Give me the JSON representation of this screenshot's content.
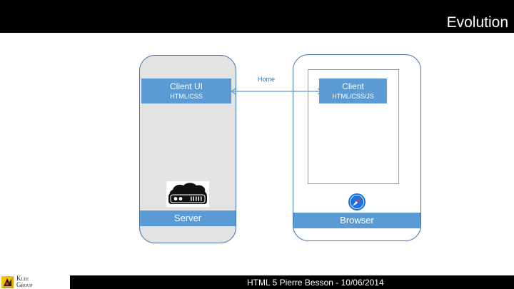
{
  "header": {
    "title": "Evolution"
  },
  "server": {
    "client_ui_title": "Client UI",
    "client_ui_sub": "HTML/CSS",
    "label": "Server",
    "icon": "server-cloud-icon"
  },
  "browser": {
    "client_title": "Client",
    "client_sub": "HTML/CSS/JS",
    "label": "Browser",
    "icon": "safari-compass-icon"
  },
  "connection": {
    "label": "Home"
  },
  "logo": {
    "line1": "Klee",
    "line2": "Group"
  },
  "footer": {
    "text": "HTML 5 Pierre Besson -  10/06/2014"
  },
  "colors": {
    "accent": "#5b9bd5",
    "panel_border": "#3f6fae",
    "server_bg": "#e3e3e3",
    "arrow": "#5b9bd5",
    "home_text": "#2e75b6"
  }
}
